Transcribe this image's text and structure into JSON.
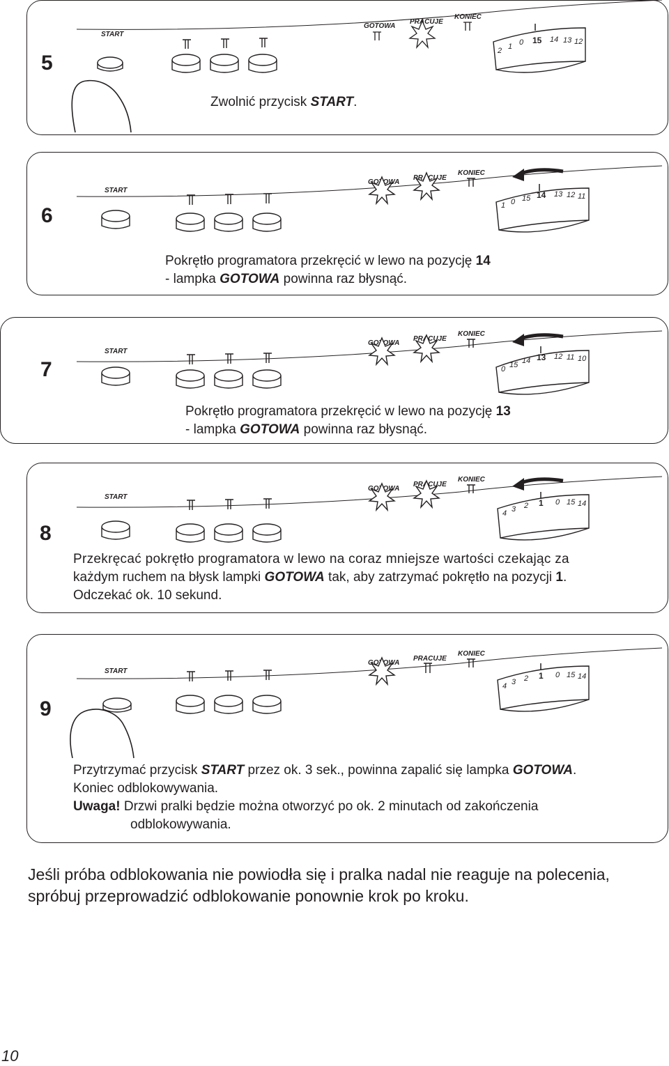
{
  "labels": {
    "start": "START",
    "ready": "GOTOWA",
    "working": "PRACUJE",
    "end": "KONIEC"
  },
  "steps": [
    {
      "number": "5",
      "dial": [
        "2",
        "1",
        "0",
        "15",
        "14",
        "13",
        "12"
      ],
      "dial_selected": "15",
      "text": [
        "Zwolnić przycisk ",
        "START",
        "."
      ]
    },
    {
      "number": "6",
      "dial": [
        "1",
        "0",
        "15",
        "14",
        "13",
        "12",
        "11"
      ],
      "dial_selected": "14",
      "text_line1": [
        "Pokrętło programatora przekręcić w lewo na pozycję ",
        "14"
      ],
      "text_line2": [
        "- lampka ",
        "GOTOWA",
        " powinna raz błysnąć."
      ]
    },
    {
      "number": "7",
      "dial": [
        "0",
        "15",
        "14",
        "13",
        "12",
        "11",
        "10"
      ],
      "dial_selected": "13",
      "text_line1": [
        "Pokrętło programatora przekręcić w lewo na pozycję ",
        "13"
      ],
      "text_line2": [
        "- lampka ",
        "GOTOWA",
        " powinna raz błysnąć."
      ]
    },
    {
      "number": "8",
      "dial": [
        "4",
        "3",
        "2",
        "1",
        "0",
        "15",
        "14"
      ],
      "dial_selected": "1",
      "text_line1": "Przekręcać pokrętło programatora w lewo na coraz mniejsze wartości czekając za",
      "text_line2": [
        "każdym ruchem na błysk lampki ",
        "GOTOWA",
        " tak, aby zatrzymać pokrętło na pozycji ",
        "1",
        "."
      ],
      "text_line3": "Odczekać ok. 10 sekund."
    },
    {
      "number": "9",
      "dial": [
        "4",
        "3",
        "2",
        "1",
        "0",
        "15",
        "14"
      ],
      "dial_selected": "1",
      "text_line1": [
        "Przytrzymać przycisk ",
        "START",
        " przez ok. 3 sek., powinna zapalić się lampka ",
        "GOTOWA",
        "."
      ],
      "text_line2": "Koniec odblokowywania.",
      "warning_label": "Uwaga!",
      "warning_text": " Drzwi pralki będzie można otworzyć po ok. 2 minutach od zakończenia",
      "warning_text2": "odblokowywania."
    }
  ],
  "footer_note": "Jeśli próba odblokowania nie powiodła się i pralka nadal nie reaguje na polecenia, spróbuj przeprowadzić odblokowanie ponownie krok po kroku.",
  "page_number": "10"
}
